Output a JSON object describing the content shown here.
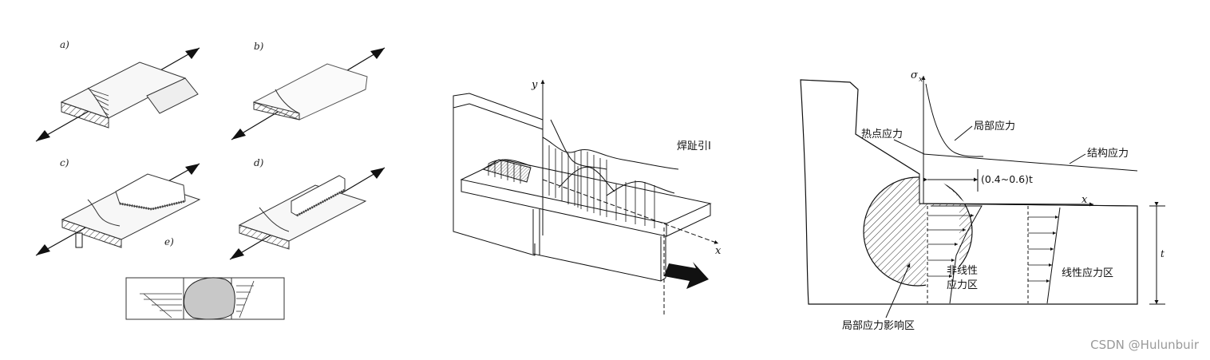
{
  "figure_a": {
    "labels": [
      "a)",
      "b)",
      "c)",
      "d)",
      "e)"
    ]
  },
  "figure_b": {
    "axis_y": "y",
    "axis_x": "x",
    "caption": "焊趾引I"
  },
  "figure_c": {
    "sigma": "σ",
    "sigma_sub": "x",
    "hot_spot": "热点应力",
    "local_stress": "局部应力",
    "structural_stress": "结构应力",
    "distance": "(0.4~0.6)t",
    "axis_x": "x",
    "thickness": "t",
    "nonlinear_1": "非线性",
    "nonlinear_2": "应力区",
    "linear": "线性应力区",
    "influence_zone": "局部应力影响区"
  },
  "watermark": "CSDN @Hulunbuir"
}
